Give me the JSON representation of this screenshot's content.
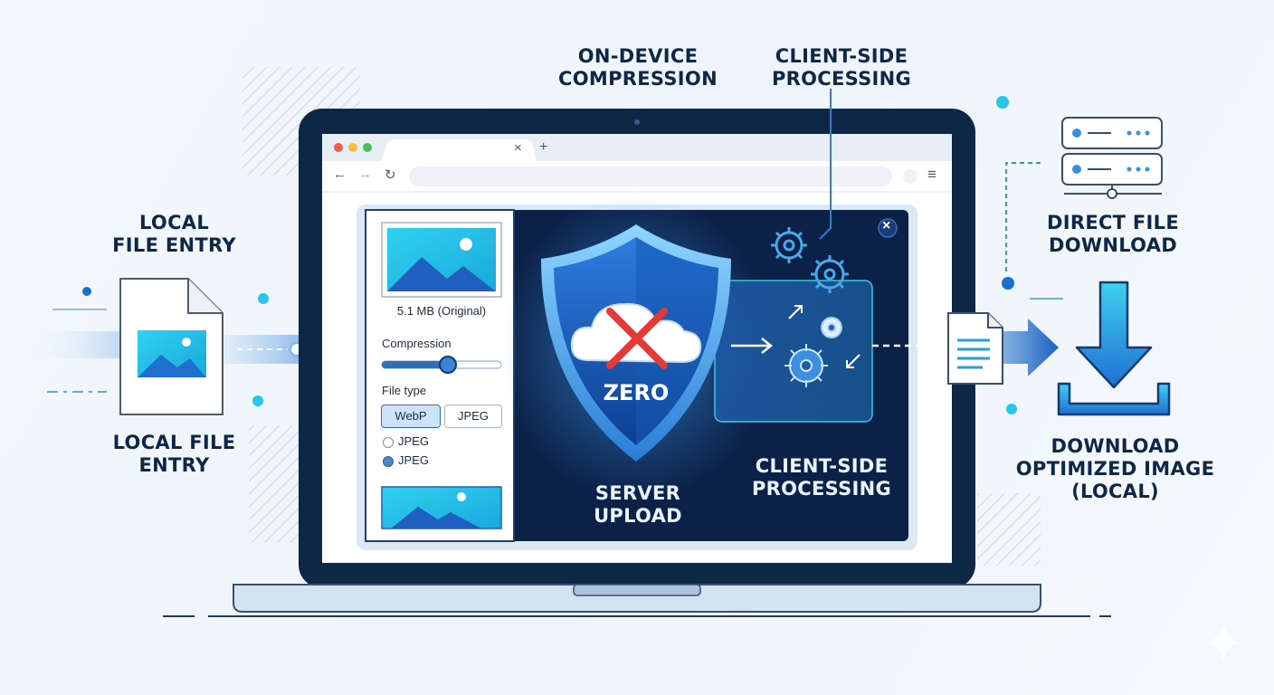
{
  "labels": {
    "on_device": [
      "ON-DEVICE",
      "COMPRESSION"
    ],
    "client_side_top": [
      "CLIENT-SIDE",
      "PROCESSING"
    ],
    "local_entry_top": [
      "LOCAL",
      "FILE ENTRY"
    ],
    "local_entry_bottom": [
      "LOCAL FILE",
      "ENTRY"
    ],
    "direct_download": [
      "DIRECT FILE",
      "DOWNLOAD"
    ],
    "download_optimized": [
      "DOWNLOAD",
      "OPTIMIZED IMAGE",
      "(LOCAL)"
    ],
    "server_upload": [
      "SERVER",
      "UPLOAD"
    ],
    "client_side_inner": [
      "CLIENT-SIDE",
      "PROCESSING"
    ]
  },
  "shield": {
    "text": "ZERO"
  },
  "browser": {
    "close_tab_glyph": "×",
    "new_tab_glyph": "+",
    "back_glyph": "←",
    "forward_glyph": "→",
    "reload_glyph": "↻",
    "menu_glyph": "≡",
    "dialog_close_glyph": "×"
  },
  "settings_panel": {
    "file_size": "5.1 MB (Original)",
    "compression_label": "Compression",
    "compression_level": 0.55,
    "file_type_label": "File type",
    "type_buttons": [
      "WebP",
      "JPEG"
    ],
    "selected_type": "WebP",
    "radio_options": [
      "JPEG",
      "JPEG"
    ],
    "radio_selected_index": 1
  },
  "colors": {
    "navy": "#0f2747",
    "accent_blue": "#1f6fd1",
    "cyan": "#22c7e8",
    "dark_panel": "#0c2148"
  },
  "icons": [
    "image-file-icon",
    "shield-icon",
    "cloud-icon",
    "red-x-icon",
    "gear-icon",
    "server-icon",
    "download-icon",
    "document-icon",
    "sparkle-icon"
  ]
}
